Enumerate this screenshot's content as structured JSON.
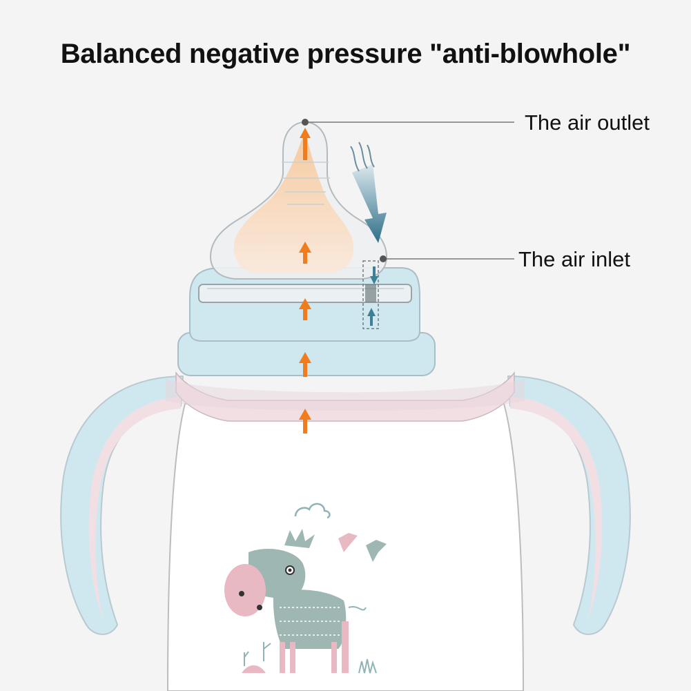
{
  "title": "Balanced negative pressure \"anti-blowhole\"",
  "labels": {
    "air_outlet": "The air outlet",
    "air_inlet": "The air inlet"
  },
  "colors": {
    "background": "#f4f4f4",
    "airflow_arrow": "#f07c1e",
    "inlet_arrow": "#3f7f96",
    "collar": "#cfe8ef",
    "handle_blue": "#cfe8ef",
    "handle_pink": "#f2dfe4",
    "donkey_gray": "#9fb7b2",
    "donkey_pink": "#e8b9c2"
  },
  "icons": [
    "nipple-icon",
    "bottle-icon",
    "donkey-illustration",
    "bird-icon",
    "cloud-icon"
  ]
}
